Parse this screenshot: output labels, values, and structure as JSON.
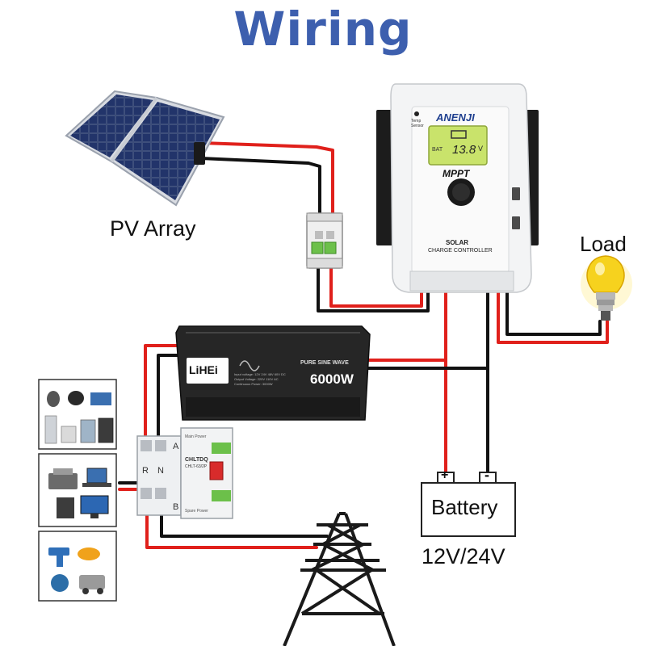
{
  "title": "Wiring",
  "labels": {
    "pv_array": "PV Array",
    "load": "Load",
    "battery": "Battery",
    "battery_voltage": "12V/24V",
    "battery_plus": "+",
    "battery_minus": "-"
  },
  "controller": {
    "brand": "ANENJI",
    "model": "MPPT",
    "line1": "SOLAR",
    "line2": "CHARGE CONTROLLER",
    "display_value": "13.8",
    "display_unit": "V",
    "display_bat": "BAT",
    "temp_sensor": "Temp Sensor"
  },
  "inverter": {
    "brand": "LiHEi",
    "wave": "PURE SINE WAVE",
    "power": "6000W",
    "spec1": "Input voltage: 12V 24V 48V 60V DC",
    "spec2": "Output Voltage: 220V 110V AC",
    "spec3": "Continuous Power: 3000W"
  },
  "transfer_switch": {
    "brand": "CHLTDQ",
    "model": "CHLT-63/2P",
    "label_a": "A",
    "label_b": "B",
    "label_r": "R",
    "label_n": "N",
    "main_power": "Main Power",
    "spare_power": "Spare Power"
  },
  "colors": {
    "title": "#3d5fae",
    "wire_red": "#e0201b",
    "wire_black": "#111111"
  }
}
